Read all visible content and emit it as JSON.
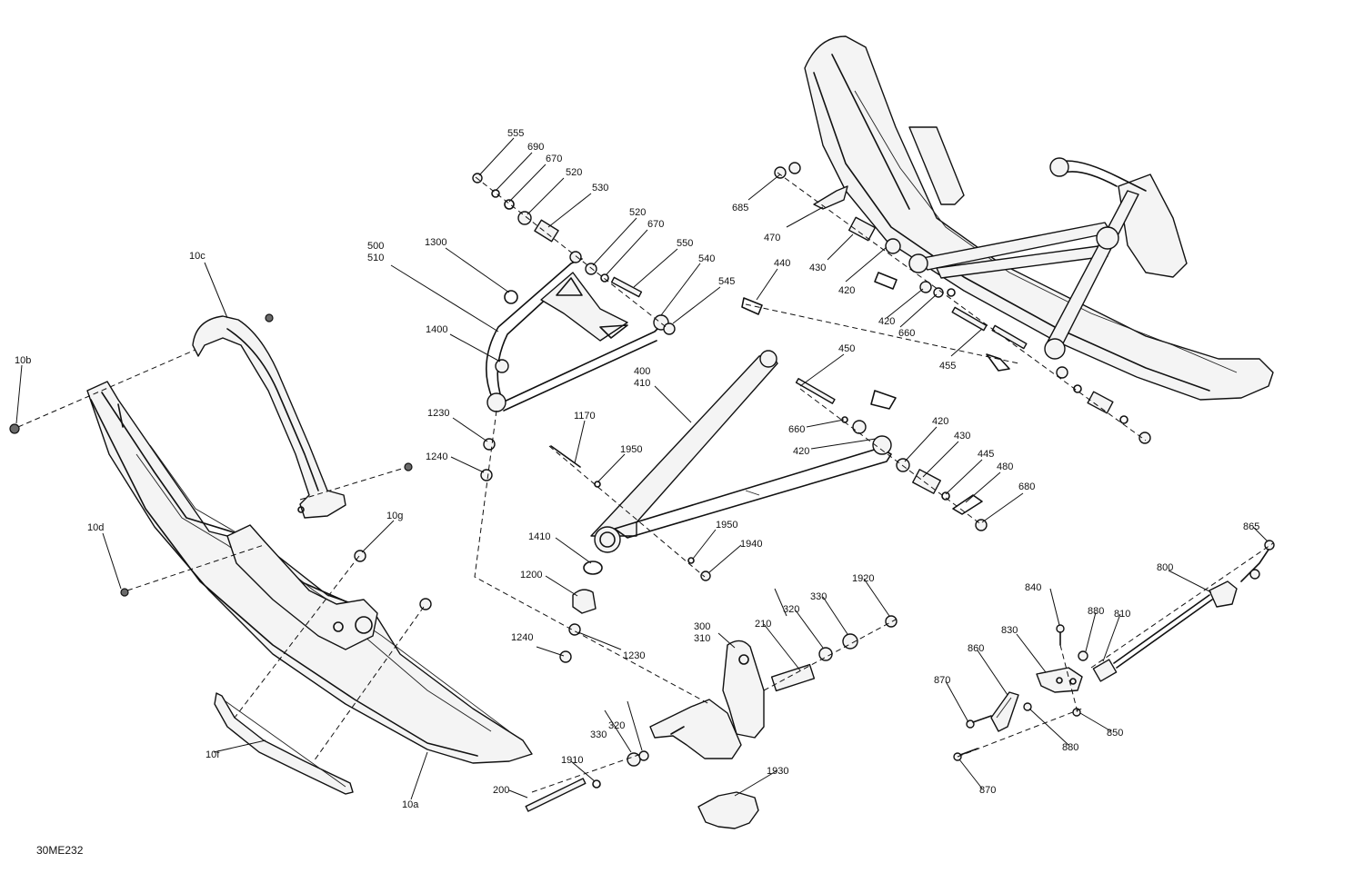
{
  "diagram": {
    "reference_code": "30ME232",
    "callouts": [
      {
        "id": "c1",
        "label": "555"
      },
      {
        "id": "c2",
        "label": "690"
      },
      {
        "id": "c3",
        "label": "670"
      },
      {
        "id": "c4",
        "label": "520"
      },
      {
        "id": "c5",
        "label": "530"
      },
      {
        "id": "c6",
        "label": "520"
      },
      {
        "id": "c7",
        "label": "670"
      },
      {
        "id": "c8",
        "label": "550"
      },
      {
        "id": "c9",
        "label": "540"
      },
      {
        "id": "c10",
        "label": "545"
      },
      {
        "id": "c11",
        "label": "500"
      },
      {
        "id": "c12",
        "label": "510"
      },
      {
        "id": "c13",
        "label": "1300"
      },
      {
        "id": "c14",
        "label": "1400"
      },
      {
        "id": "c15",
        "label": "10c"
      },
      {
        "id": "c16",
        "label": "10b"
      },
      {
        "id": "c17",
        "label": "1230"
      },
      {
        "id": "c18",
        "label": "1240"
      },
      {
        "id": "c19",
        "label": "1170"
      },
      {
        "id": "c20",
        "label": "1950"
      },
      {
        "id": "c21",
        "label": "400"
      },
      {
        "id": "c22",
        "label": "410"
      },
      {
        "id": "c23",
        "label": "685"
      },
      {
        "id": "c24",
        "label": "470"
      },
      {
        "id": "c25",
        "label": "430"
      },
      {
        "id": "c26",
        "label": "420"
      },
      {
        "id": "c27",
        "label": "420"
      },
      {
        "id": "c28",
        "label": "660"
      },
      {
        "id": "c29",
        "label": "455"
      },
      {
        "id": "c30",
        "label": "440"
      },
      {
        "id": "c31",
        "label": "450"
      },
      {
        "id": "c32",
        "label": "660"
      },
      {
        "id": "c33",
        "label": "420"
      },
      {
        "id": "c34",
        "label": "420"
      },
      {
        "id": "c35",
        "label": "430"
      },
      {
        "id": "c36",
        "label": "445"
      },
      {
        "id": "c37",
        "label": "480"
      },
      {
        "id": "c38",
        "label": "680"
      },
      {
        "id": "c39",
        "label": "10d"
      },
      {
        "id": "c40",
        "label": "10g"
      },
      {
        "id": "c41",
        "label": "1410"
      },
      {
        "id": "c42",
        "label": "1200"
      },
      {
        "id": "c43",
        "label": "1240"
      },
      {
        "id": "c44",
        "label": "1230"
      },
      {
        "id": "c45",
        "label": "1950"
      },
      {
        "id": "c46",
        "label": "1940"
      },
      {
        "id": "c47",
        "label": "300"
      },
      {
        "id": "c48",
        "label": "310"
      },
      {
        "id": "c49",
        "label": "210"
      },
      {
        "id": "c50",
        "label": "320"
      },
      {
        "id": "c51",
        "label": "330"
      },
      {
        "id": "c52",
        "label": "1920"
      },
      {
        "id": "c53",
        "label": "330"
      },
      {
        "id": "c54",
        "label": "320"
      },
      {
        "id": "c55",
        "label": "1910"
      },
      {
        "id": "c56",
        "label": "200"
      },
      {
        "id": "c57",
        "label": "1930"
      },
      {
        "id": "c58",
        "label": "10f"
      },
      {
        "id": "c59",
        "label": "10a"
      },
      {
        "id": "c60",
        "label": "840"
      },
      {
        "id": "c61",
        "label": "880"
      },
      {
        "id": "c62",
        "label": "810"
      },
      {
        "id": "c63",
        "label": "800"
      },
      {
        "id": "c64",
        "label": "865"
      },
      {
        "id": "c65",
        "label": "830"
      },
      {
        "id": "c66",
        "label": "860"
      },
      {
        "id": "c67",
        "label": "870"
      },
      {
        "id": "c68",
        "label": "880"
      },
      {
        "id": "c69",
        "label": "850"
      },
      {
        "id": "c70",
        "label": "870"
      }
    ]
  }
}
